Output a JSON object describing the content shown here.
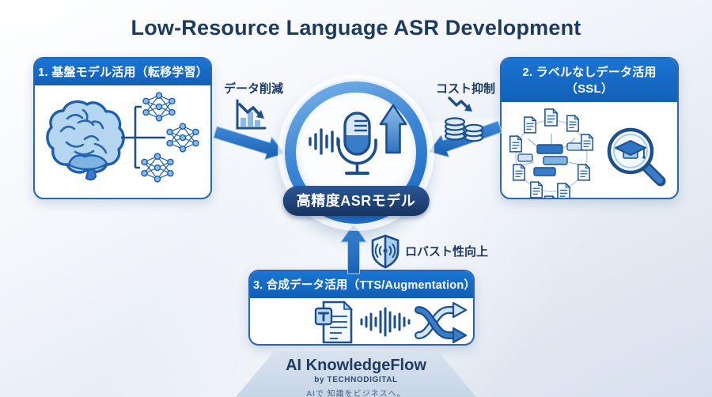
{
  "title": "Low-Resource Language ASR Development",
  "boxes": {
    "transfer": {
      "header": "1. 基盤モデル活用（転移学習）"
    },
    "ssl": {
      "header": "2. ラベルなしデータ活用（SSL）"
    },
    "synthetic": {
      "header": "3. 合成データ活用（TTS/Augmentation）"
    }
  },
  "center": {
    "label": "高精度ASRモデル"
  },
  "annotations": {
    "data_reduction": "データ削減",
    "cost_control": "コスト抑制",
    "robustness": "ロバスト性向上"
  },
  "footer": {
    "brand": "AI KnowledgeFlow",
    "byline": "by TECHNODIGITAL",
    "tagline": "AIで 知識をビジネスへ。"
  },
  "colors": {
    "title_navy": "#1d3a5f",
    "header_blue": "#1565c0",
    "box_border": "#2b66b0",
    "arrow_blue": "#2170c8",
    "pill_navy": "#17345f",
    "icon_stroke": "#1d4f8c",
    "icon_light": "#bcd9f2"
  },
  "icons": [
    "brain-icon",
    "neural-network-icon",
    "document-cluster-icon",
    "magnifier-graduation-icon",
    "waveform-icon",
    "microphone-icon",
    "up-arrow-icon",
    "declining-chart-icon",
    "coins-icon",
    "shield-sound-icon",
    "text-document-icon",
    "shuffle-icon"
  ]
}
